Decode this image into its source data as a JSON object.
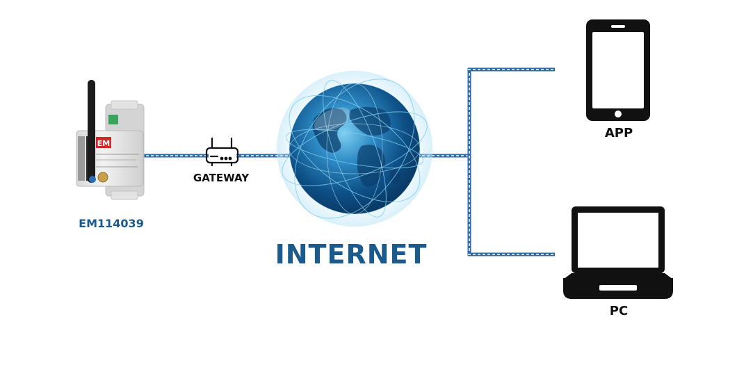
{
  "labels": {
    "device": "EM114039",
    "gateway": "GATEWAY",
    "internet": "INTERNET",
    "app": "APP",
    "pc": "PC"
  },
  "device_face": {
    "brand": "EM"
  },
  "icons": {
    "device": "energy-meter-icon",
    "gateway": "router-icon",
    "internet": "globe-icon",
    "app": "tablet-icon",
    "pc": "laptop-icon"
  },
  "colors": {
    "label_blue": "#1a5a8c",
    "label_dark": "#111111",
    "link_blue": "#2a6aa8",
    "globe_core": "#0d4f86",
    "globe_glow": "#4bb6e6"
  }
}
